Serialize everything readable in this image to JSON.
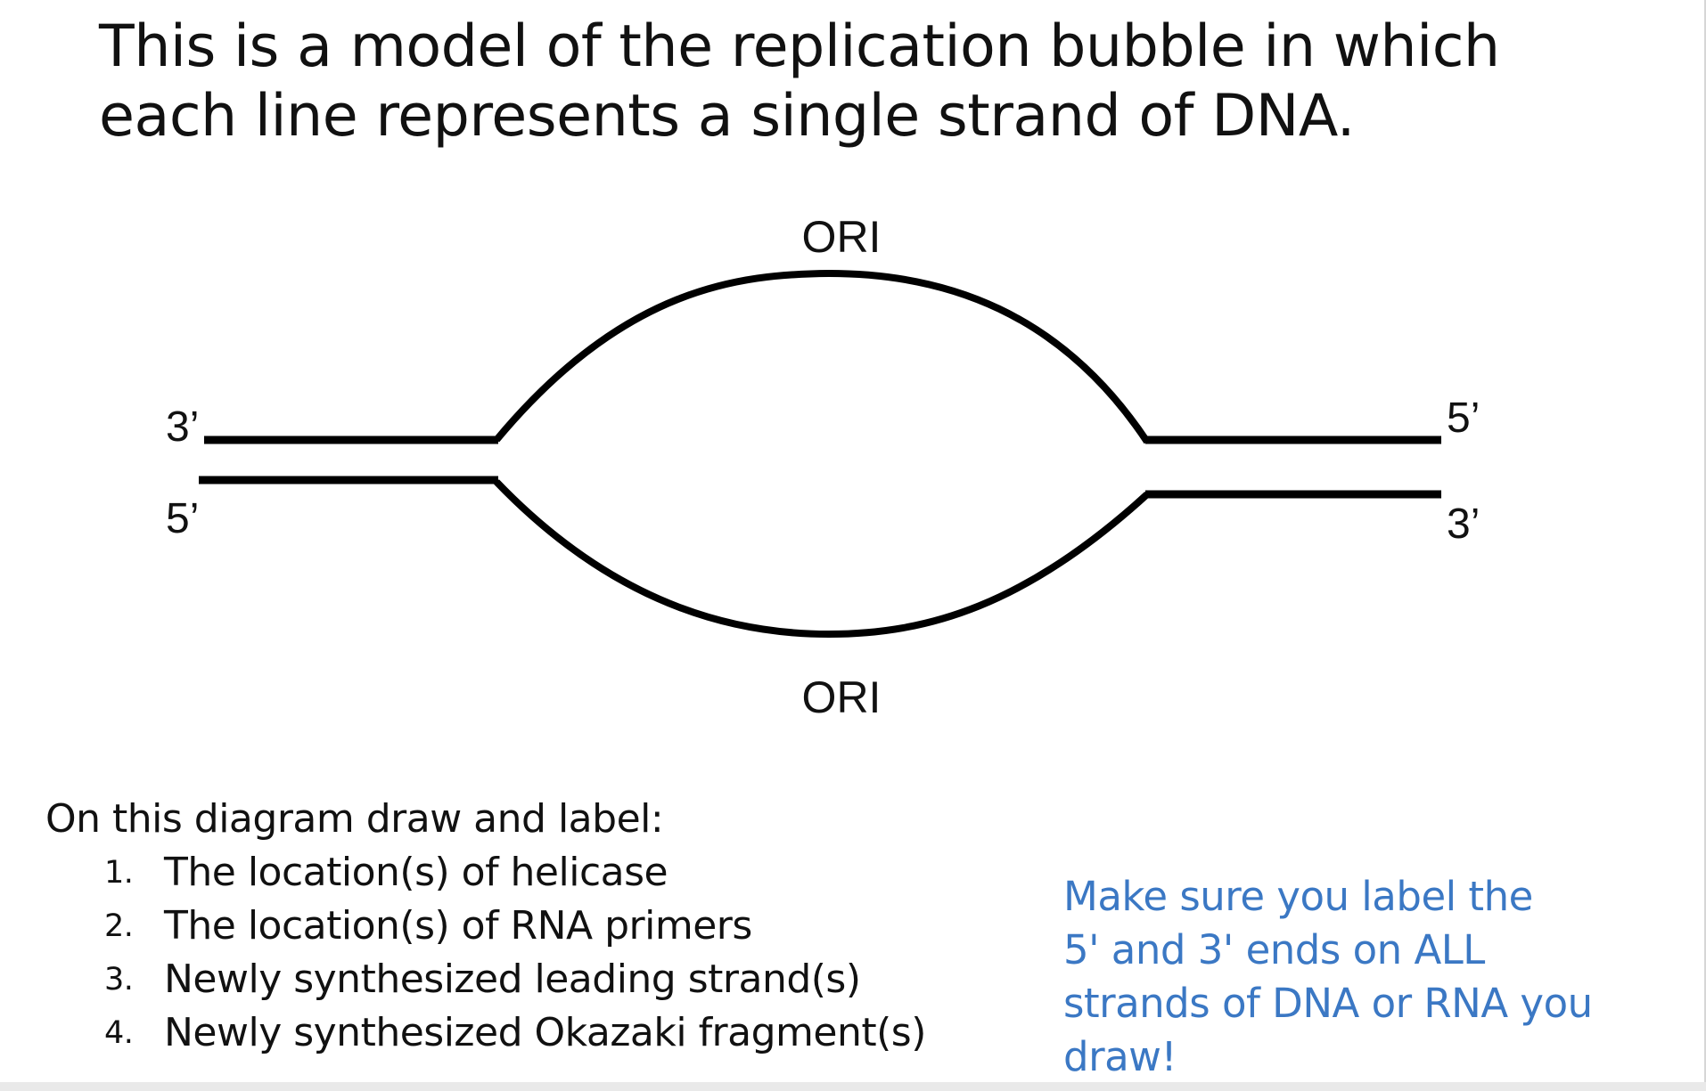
{
  "title": {
    "line1": "This is a model of the replication bubble in which",
    "line2": "each line represents a single strand of DNA."
  },
  "diagram": {
    "ori_top": "ORI",
    "ori_bottom": "ORI",
    "left_top_end": "3’",
    "left_bottom_end": "5’",
    "right_top_end": "5’",
    "right_bottom_end": "3’"
  },
  "instructions": {
    "intro": "On this diagram draw and label:",
    "items": [
      {
        "num": "1.",
        "text": "The location(s) of helicase"
      },
      {
        "num": "2.",
        "text": "The location(s) of RNA primers"
      },
      {
        "num": "3.",
        "text": "Newly synthesized leading strand(s)"
      },
      {
        "num": "4.",
        "text": "Newly synthesized Okazaki fragment(s)"
      }
    ]
  },
  "note": {
    "line1": "Make sure you label the",
    "line2": "5' and 3' ends on ALL",
    "line3": "strands of DNA or RNA you",
    "line4": "draw!",
    "color": "#3b78c4"
  }
}
